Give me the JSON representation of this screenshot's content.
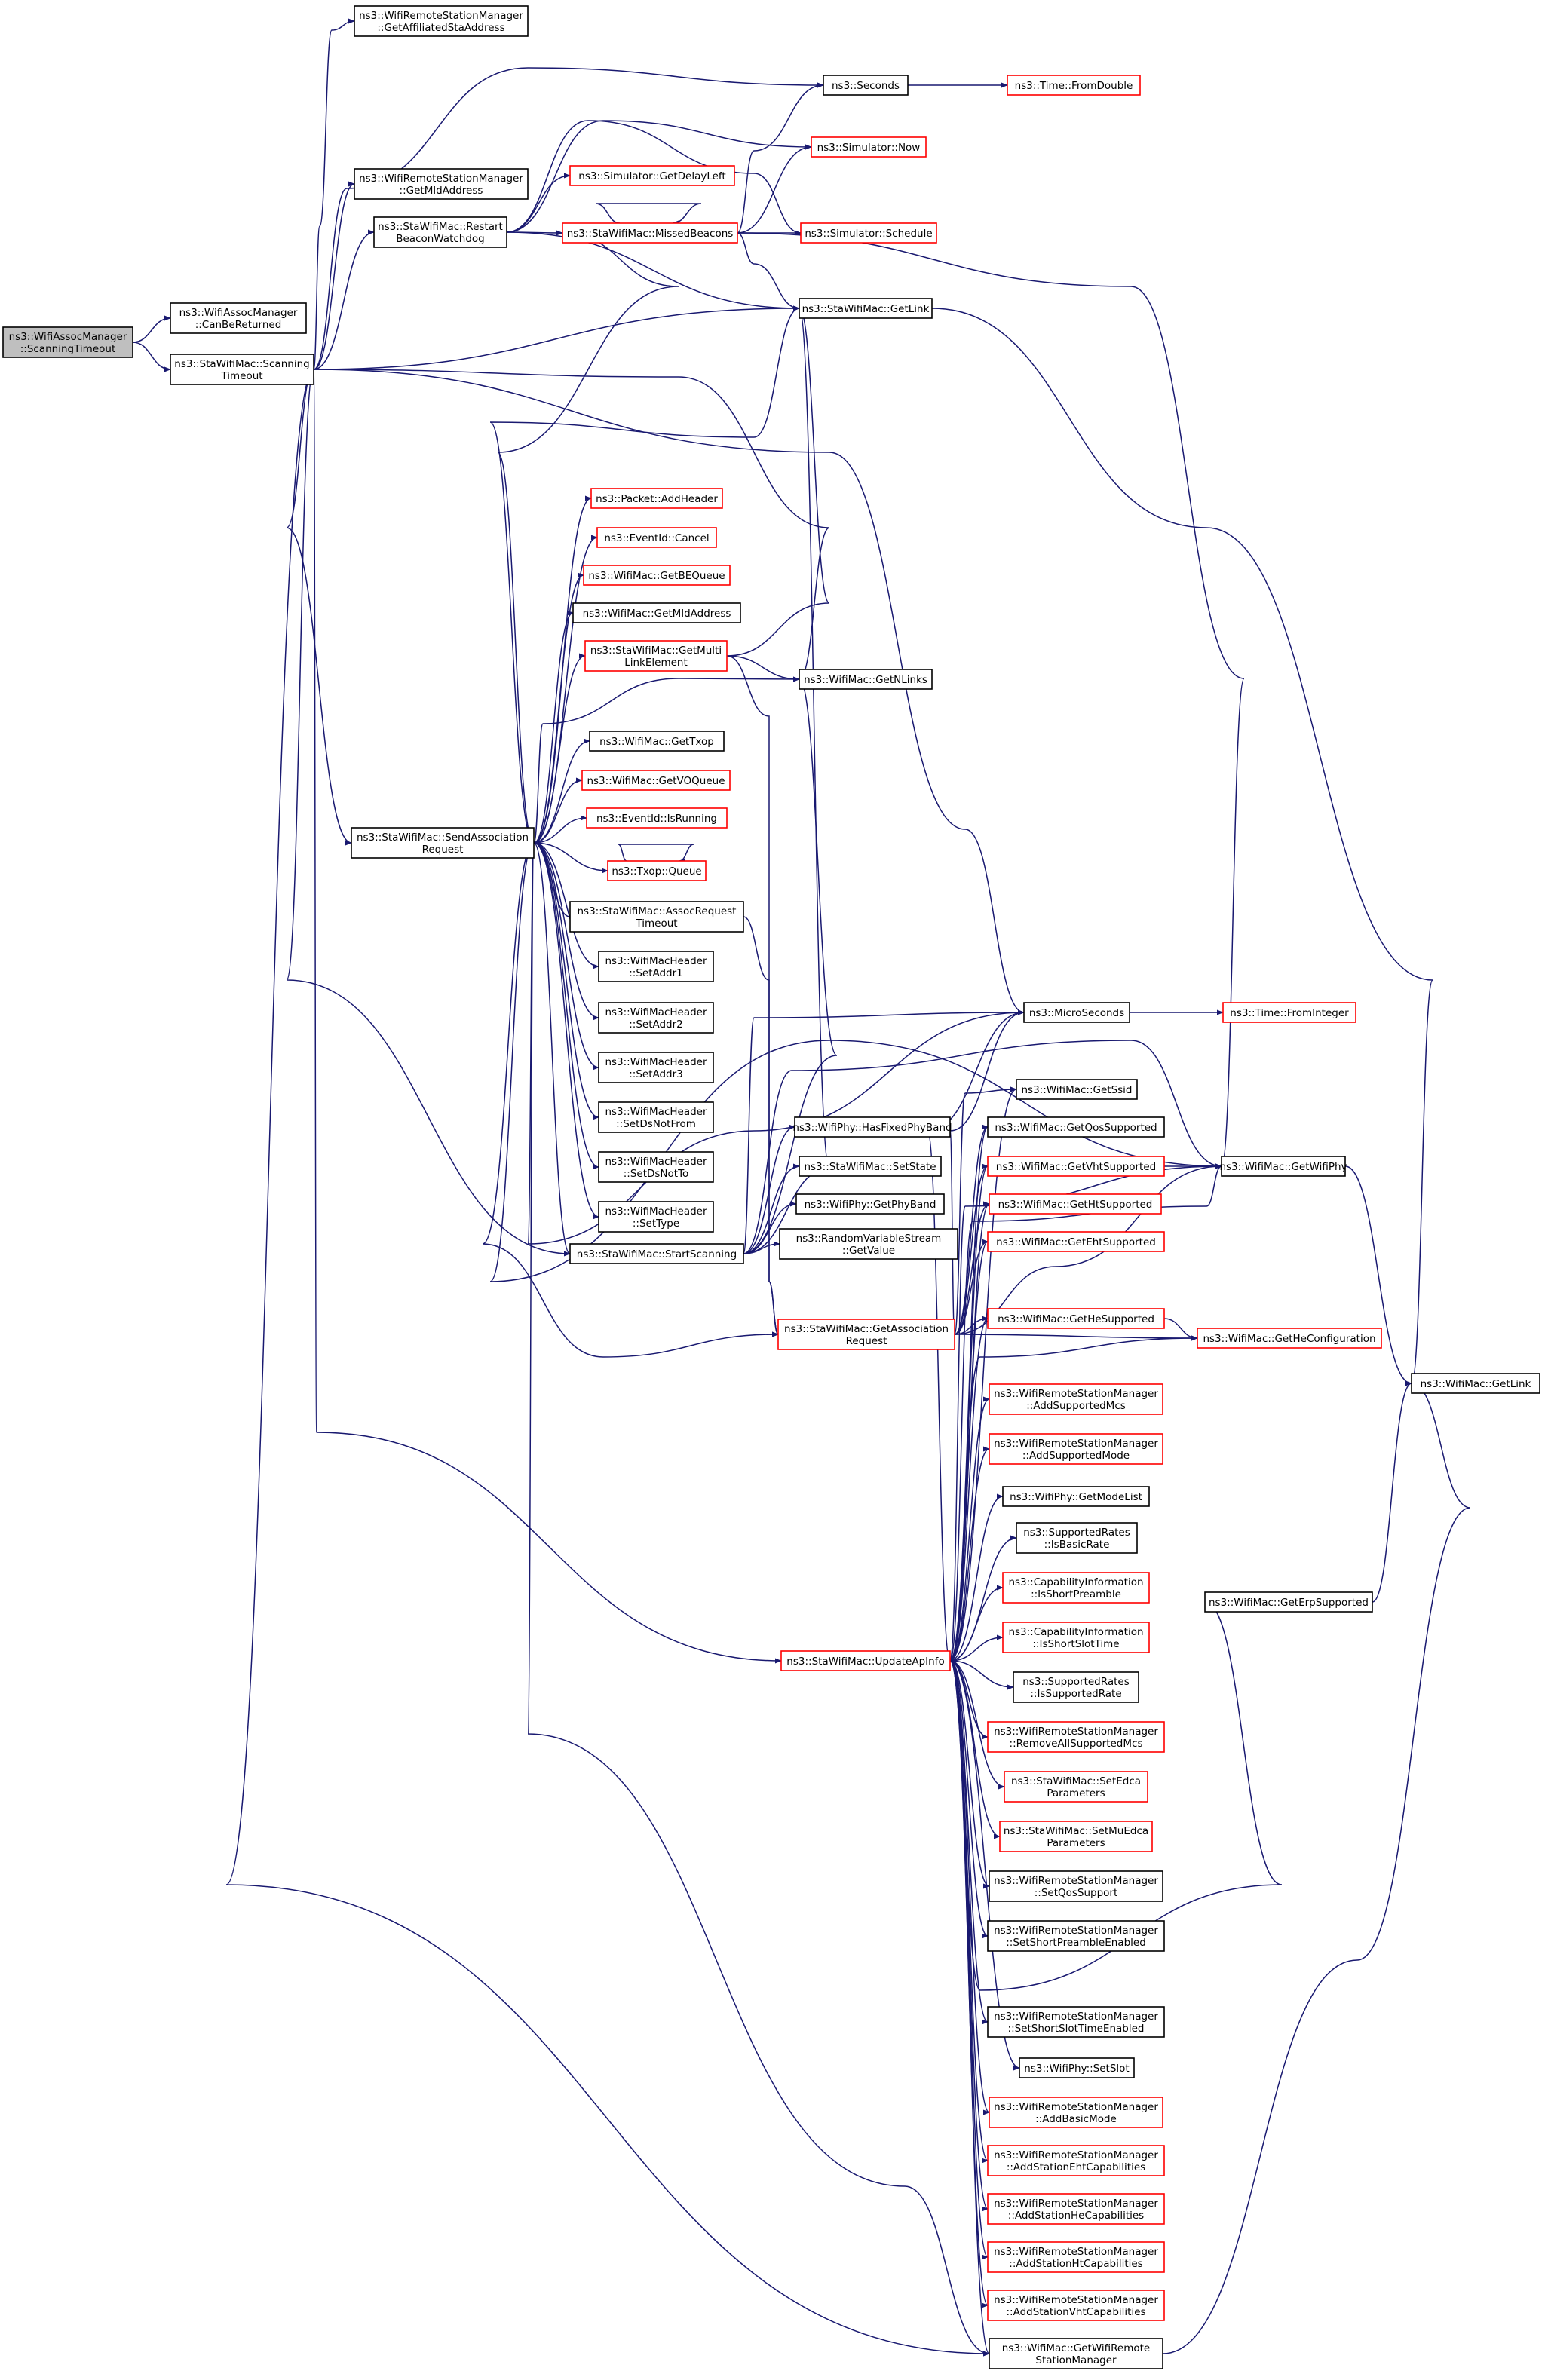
{
  "colors": {
    "edge": "#191970",
    "black_border": "#000000",
    "red_border": "#ff0000",
    "root_fill": "#bfbfbf",
    "node_fill": "#ffffff"
  },
  "nodes": {
    "root": {
      "lines": [
        "ns3::WifiAssocManager",
        "::ScanningTimeout"
      ],
      "border": "black",
      "root": true
    },
    "canBeReturned": {
      "lines": [
        "ns3::WifiAssocManager",
        "::CanBeReturned"
      ],
      "border": "black"
    },
    "scanningTimeout": {
      "lines": [
        "ns3::StaWifiMac::Scanning",
        "Timeout"
      ],
      "border": "black"
    },
    "getAffiliatedSta": {
      "lines": [
        "ns3::WifiRemoteStationManager",
        "::GetAffiliatedStaAddress"
      ],
      "border": "black"
    },
    "getMldAddrRSM": {
      "lines": [
        "ns3::WifiRemoteStationManager",
        "::GetMldAddress"
      ],
      "border": "black"
    },
    "restartBeacon": {
      "lines": [
        "ns3::StaWifiMac::Restart",
        "BeaconWatchdog"
      ],
      "border": "black"
    },
    "sendAssocReq": {
      "lines": [
        "ns3::StaWifiMac::SendAssociation",
        "Request"
      ],
      "border": "black"
    },
    "startScanning": {
      "lines": [
        "ns3::StaWifiMac::StartScanning"
      ],
      "border": "black"
    },
    "updateApInfo": {
      "lines": [
        "ns3::StaWifiMac::UpdateApInfo"
      ],
      "border": "red"
    },
    "seconds": {
      "lines": [
        "ns3::Seconds"
      ],
      "border": "black"
    },
    "fromDouble": {
      "lines": [
        "ns3::Time::FromDouble"
      ],
      "border": "red"
    },
    "simNow": {
      "lines": [
        "ns3::Simulator::Now"
      ],
      "border": "red"
    },
    "getDelayLeft": {
      "lines": [
        "ns3::Simulator::GetDelayLeft"
      ],
      "border": "red"
    },
    "missedBeacons": {
      "lines": [
        "ns3::StaWifiMac::MissedBeacons"
      ],
      "border": "red"
    },
    "schedule": {
      "lines": [
        "ns3::Simulator::Schedule"
      ],
      "border": "red"
    },
    "staGetLink": {
      "lines": [
        "ns3::StaWifiMac::GetLink"
      ],
      "border": "black"
    },
    "addHeader": {
      "lines": [
        "ns3::Packet::AddHeader"
      ],
      "border": "red"
    },
    "cancel": {
      "lines": [
        "ns3::EventId::Cancel"
      ],
      "border": "red"
    },
    "getBEQueue": {
      "lines": [
        "ns3::WifiMac::GetBEQueue"
      ],
      "border": "red"
    },
    "getMldAddress": {
      "lines": [
        "ns3::WifiMac::GetMldAddress"
      ],
      "border": "black"
    },
    "getMultiLink": {
      "lines": [
        "ns3::StaWifiMac::GetMulti",
        "LinkElement"
      ],
      "border": "red"
    },
    "getNLinks": {
      "lines": [
        "ns3::WifiMac::GetNLinks"
      ],
      "border": "black"
    },
    "getTxop": {
      "lines": [
        "ns3::WifiMac::GetTxop"
      ],
      "border": "black"
    },
    "getVOQueue": {
      "lines": [
        "ns3::WifiMac::GetVOQueue"
      ],
      "border": "red"
    },
    "isRunning": {
      "lines": [
        "ns3::EventId::IsRunning"
      ],
      "border": "red"
    },
    "txopQueue": {
      "lines": [
        "ns3::Txop::Queue"
      ],
      "border": "red"
    },
    "assocReqTimeout": {
      "lines": [
        "ns3::StaWifiMac::AssocRequest",
        "Timeout"
      ],
      "border": "black"
    },
    "setAddr1": {
      "lines": [
        "ns3::WifiMacHeader",
        "::SetAddr1"
      ],
      "border": "black"
    },
    "setAddr2": {
      "lines": [
        "ns3::WifiMacHeader",
        "::SetAddr2"
      ],
      "border": "black"
    },
    "setAddr3": {
      "lines": [
        "ns3::WifiMacHeader",
        "::SetAddr3"
      ],
      "border": "black"
    },
    "setDsNotFrom": {
      "lines": [
        "ns3::WifiMacHeader",
        "::SetDsNotFrom"
      ],
      "border": "black"
    },
    "setDsNotTo": {
      "lines": [
        "ns3::WifiMacHeader",
        "::SetDsNotTo"
      ],
      "border": "black"
    },
    "setType": {
      "lines": [
        "ns3::WifiMacHeader",
        "::SetType"
      ],
      "border": "black"
    },
    "microSeconds": {
      "lines": [
        "ns3::MicroSeconds"
      ],
      "border": "black"
    },
    "fromInteger": {
      "lines": [
        "ns3::Time::FromInteger"
      ],
      "border": "red"
    },
    "getSsid": {
      "lines": [
        "ns3::WifiMac::GetSsid"
      ],
      "border": "black"
    },
    "hasFixedPhyBand": {
      "lines": [
        "ns3::WifiPhy::HasFixedPhyBand"
      ],
      "border": "black"
    },
    "getQosSupported": {
      "lines": [
        "ns3::WifiMac::GetQosSupported"
      ],
      "border": "black"
    },
    "setState": {
      "lines": [
        "ns3::StaWifiMac::SetState"
      ],
      "border": "black"
    },
    "getVhtSupported": {
      "lines": [
        "ns3::WifiMac::GetVhtSupported"
      ],
      "border": "red"
    },
    "getWifiPhy": {
      "lines": [
        "ns3::WifiMac::GetWifiPhy"
      ],
      "border": "black"
    },
    "getPhyBand": {
      "lines": [
        "ns3::WifiPhy::GetPhyBand"
      ],
      "border": "black"
    },
    "getHtSupported": {
      "lines": [
        "ns3::WifiMac::GetHtSupported"
      ],
      "border": "red"
    },
    "getValue": {
      "lines": [
        "ns3::RandomVariableStream",
        "::GetValue"
      ],
      "border": "black"
    },
    "getEhtSupported": {
      "lines": [
        "ns3::WifiMac::GetEhtSupported"
      ],
      "border": "red"
    },
    "getAssocReq": {
      "lines": [
        "ns3::StaWifiMac::GetAssociation",
        "Request"
      ],
      "border": "red"
    },
    "getHeSupported": {
      "lines": [
        "ns3::WifiMac::GetHeSupported"
      ],
      "border": "red"
    },
    "getHeConfig": {
      "lines": [
        "ns3::WifiMac::GetHeConfiguration"
      ],
      "border": "red"
    },
    "wifiMacGetLink": {
      "lines": [
        "ns3::WifiMac::GetLink"
      ],
      "border": "black"
    },
    "addSupportedMcs": {
      "lines": [
        "ns3::WifiRemoteStationManager",
        "::AddSupportedMcs"
      ],
      "border": "red"
    },
    "addSupportedMode": {
      "lines": [
        "ns3::WifiRemoteStationManager",
        "::AddSupportedMode"
      ],
      "border": "red"
    },
    "getModeList": {
      "lines": [
        "ns3::WifiPhy::GetModeList"
      ],
      "border": "black"
    },
    "isBasicRate": {
      "lines": [
        "ns3::SupportedRates",
        "::IsBasicRate"
      ],
      "border": "black"
    },
    "isShortPreamble": {
      "lines": [
        "ns3::CapabilityInformation",
        "::IsShortPreamble"
      ],
      "border": "red"
    },
    "getErpSupported": {
      "lines": [
        "ns3::WifiMac::GetErpSupported"
      ],
      "border": "black"
    },
    "isShortSlotTime": {
      "lines": [
        "ns3::CapabilityInformation",
        "::IsShortSlotTime"
      ],
      "border": "red"
    },
    "isSupportedRate": {
      "lines": [
        "ns3::SupportedRates",
        "::IsSupportedRate"
      ],
      "border": "black"
    },
    "removeAllMcs": {
      "lines": [
        "ns3::WifiRemoteStationManager",
        "::RemoveAllSupportedMcs"
      ],
      "border": "red"
    },
    "setEdca": {
      "lines": [
        "ns3::StaWifiMac::SetEdca",
        "Parameters"
      ],
      "border": "red"
    },
    "setMuEdca": {
      "lines": [
        "ns3::StaWifiMac::SetMuEdca",
        "Parameters"
      ],
      "border": "red"
    },
    "setQosSupport": {
      "lines": [
        "ns3::WifiRemoteStationManager",
        "::SetQosSupport"
      ],
      "border": "black"
    },
    "setShortPreamble": {
      "lines": [
        "ns3::WifiRemoteStationManager",
        "::SetShortPreambleEnabled"
      ],
      "border": "black"
    },
    "setShortSlot": {
      "lines": [
        "ns3::WifiRemoteStationManager",
        "::SetShortSlotTimeEnabled"
      ],
      "border": "black"
    },
    "setSlot": {
      "lines": [
        "ns3::WifiPhy::SetSlot"
      ],
      "border": "black"
    },
    "addBasicMode": {
      "lines": [
        "ns3::WifiRemoteStationManager",
        "::AddBasicMode"
      ],
      "border": "red"
    },
    "addEhtCaps": {
      "lines": [
        "ns3::WifiRemoteStationManager",
        "::AddStationEhtCapabilities"
      ],
      "border": "red"
    },
    "addHeCaps": {
      "lines": [
        "ns3::WifiRemoteStationManager",
        "::AddStationHeCapabilities"
      ],
      "border": "red"
    },
    "addHtCaps": {
      "lines": [
        "ns3::WifiRemoteStationManager",
        "::AddStationHtCapabilities"
      ],
      "border": "red"
    },
    "addVhtCaps": {
      "lines": [
        "ns3::WifiRemoteStationManager",
        "::AddStationVhtCapabilities"
      ],
      "border": "red"
    },
    "getWifiRSM": {
      "lines": [
        "ns3::WifiMac::GetWifiRemote",
        "StationManager"
      ],
      "border": "black"
    }
  }
}
